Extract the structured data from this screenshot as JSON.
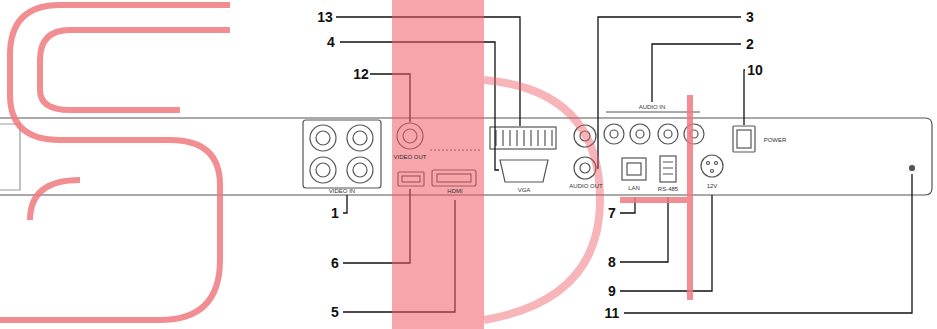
{
  "diagram": {
    "labels": [
      "13",
      "4",
      "3",
      "2",
      "10",
      "12",
      "VIDEO IN",
      "VIDEO OUT",
      "HDMI",
      "VGA",
      "AUDIO OUT",
      "AUDIO IN",
      "LAN",
      "RS-485",
      "12V",
      "POWER",
      "1",
      "6",
      "5",
      "7",
      "8",
      "9",
      "11"
    ]
  }
}
